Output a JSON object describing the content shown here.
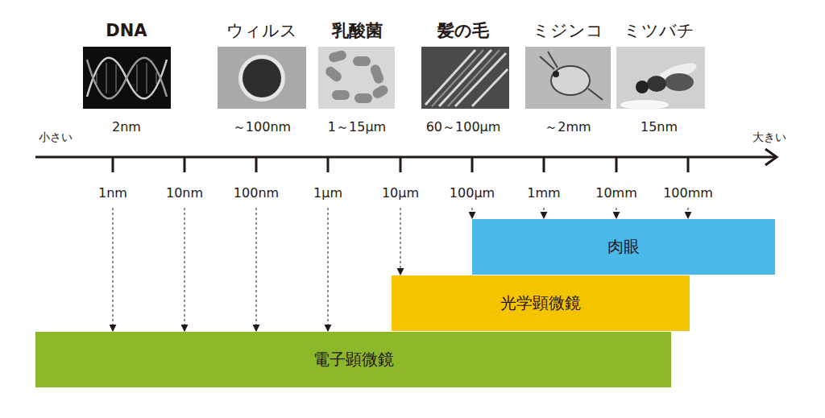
{
  "diagram": {
    "nodes": [
      {
        "text": [
          "肉眼"
        ]
      },
      {
        "text": [
          "光学顕微鏡"
        ]
      },
      {
        "text": [
          "電子顕微鏡"
        ]
      }
    ],
    "labels": [
      "DNA",
      "ウィルス",
      "乳酸菌",
      "髪の毛",
      "ミジンコ",
      "ミツバチ",
      "2nm",
      "～100nm",
      "1～15μm",
      "60～100μm",
      "～2mm",
      "15nm",
      "小さい",
      "大きい",
      "1nm",
      "10nm",
      "100nm",
      "1μm",
      "10μm",
      "100μm",
      "1mm",
      "10mm",
      "100mm"
    ]
  }
}
